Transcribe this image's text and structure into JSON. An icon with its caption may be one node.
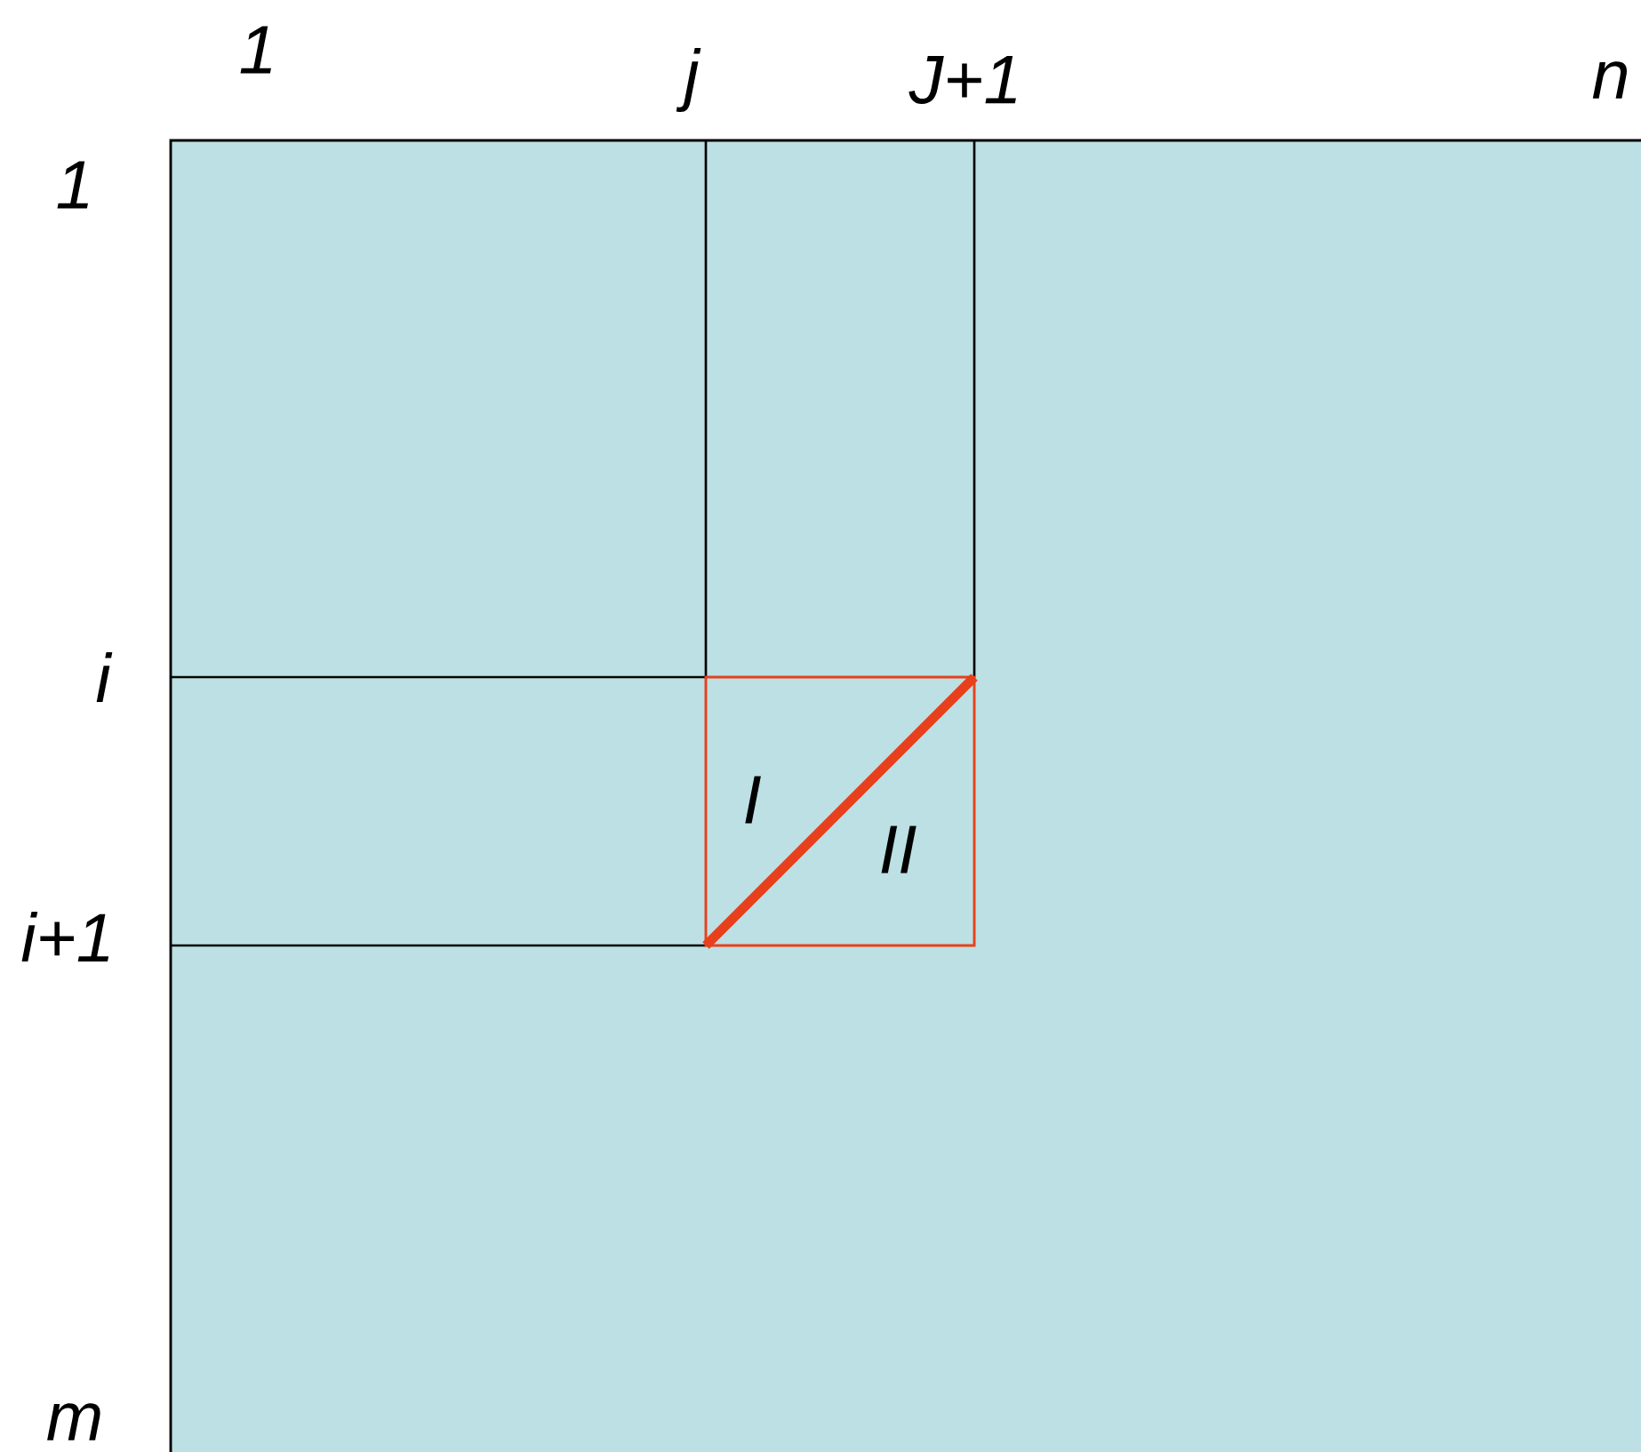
{
  "diagram": {
    "labels": [
      "1",
      "j",
      "J+1",
      "n",
      "1",
      "i",
      "I",
      "II",
      "i+1",
      "m"
    ]
  }
}
